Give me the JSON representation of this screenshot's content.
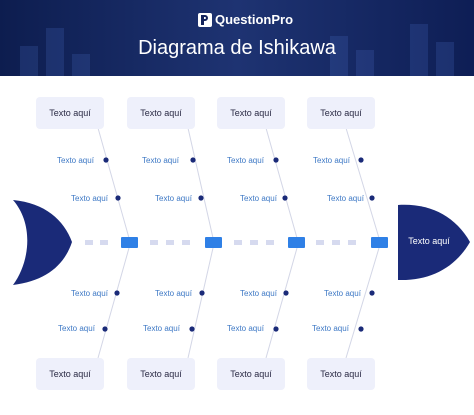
{
  "header": {
    "brand": "QuestionPro",
    "title": "Diagrama de Ishikawa"
  },
  "categories_top": [
    "Texto aquí",
    "Texto aquí",
    "Texto aquí",
    "Texto aquí"
  ],
  "categories_bottom": [
    "Texto aquí",
    "Texto aquí",
    "Texto aquí",
    "Texto aquí"
  ],
  "causes_top": [
    [
      "Texto aquí",
      "Texto aquí"
    ],
    [
      "Texto aquí",
      "Texto aquí"
    ],
    [
      "Texto aquí",
      "Texto aquí"
    ],
    [
      "Texto aquí",
      "Texto aquí"
    ]
  ],
  "causes_bottom": [
    [
      "Texto aquí",
      "Texto aquí"
    ],
    [
      "Texto aquí",
      "Texto aquí"
    ],
    [
      "Texto aquí",
      "Texto aquí"
    ],
    [
      "Texto aquí",
      "Texto aquí"
    ]
  ],
  "effect": "Texto aquí",
  "colors": {
    "navy": "#1a2a78",
    "accent": "#2f80e6",
    "label": "#3d78c5",
    "box": "#eef0fb",
    "spine_dash": "#d6daef"
  }
}
